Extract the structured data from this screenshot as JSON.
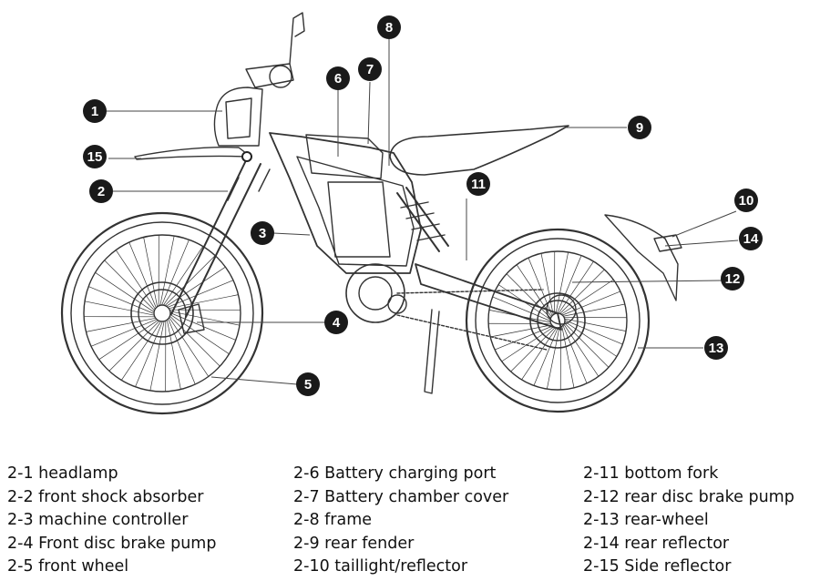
{
  "callouts": [
    {
      "num": "1"
    },
    {
      "num": "2"
    },
    {
      "num": "3"
    },
    {
      "num": "4"
    },
    {
      "num": "5"
    },
    {
      "num": "6"
    },
    {
      "num": "7"
    },
    {
      "num": "8"
    },
    {
      "num": "9"
    },
    {
      "num": "10"
    },
    {
      "num": "11"
    },
    {
      "num": "12"
    },
    {
      "num": "13"
    },
    {
      "num": "14"
    },
    {
      "num": "15"
    }
  ],
  "legend": {
    "col1": [
      "2-1 headlamp",
      "2-2 front shock absorber",
      "2-3 machine controller",
      "2-4 Front disc brake pump",
      "2-5 front wheel"
    ],
    "col2": [
      "2-6 Battery charging port",
      "2-7 Battery chamber cover",
      "2-8 frame",
      "2-9 rear fender",
      "2-10 taillight/reflector"
    ],
    "col3": [
      "2-11 bottom fork",
      "2-12 rear disc brake pump",
      "2-13 rear-wheel",
      "2-14 rear reflector",
      "2-15 Side reflector"
    ]
  },
  "colors": {
    "line": "#333333",
    "callout_fill": "#1a1a1a",
    "callout_text": "#ffffff"
  }
}
